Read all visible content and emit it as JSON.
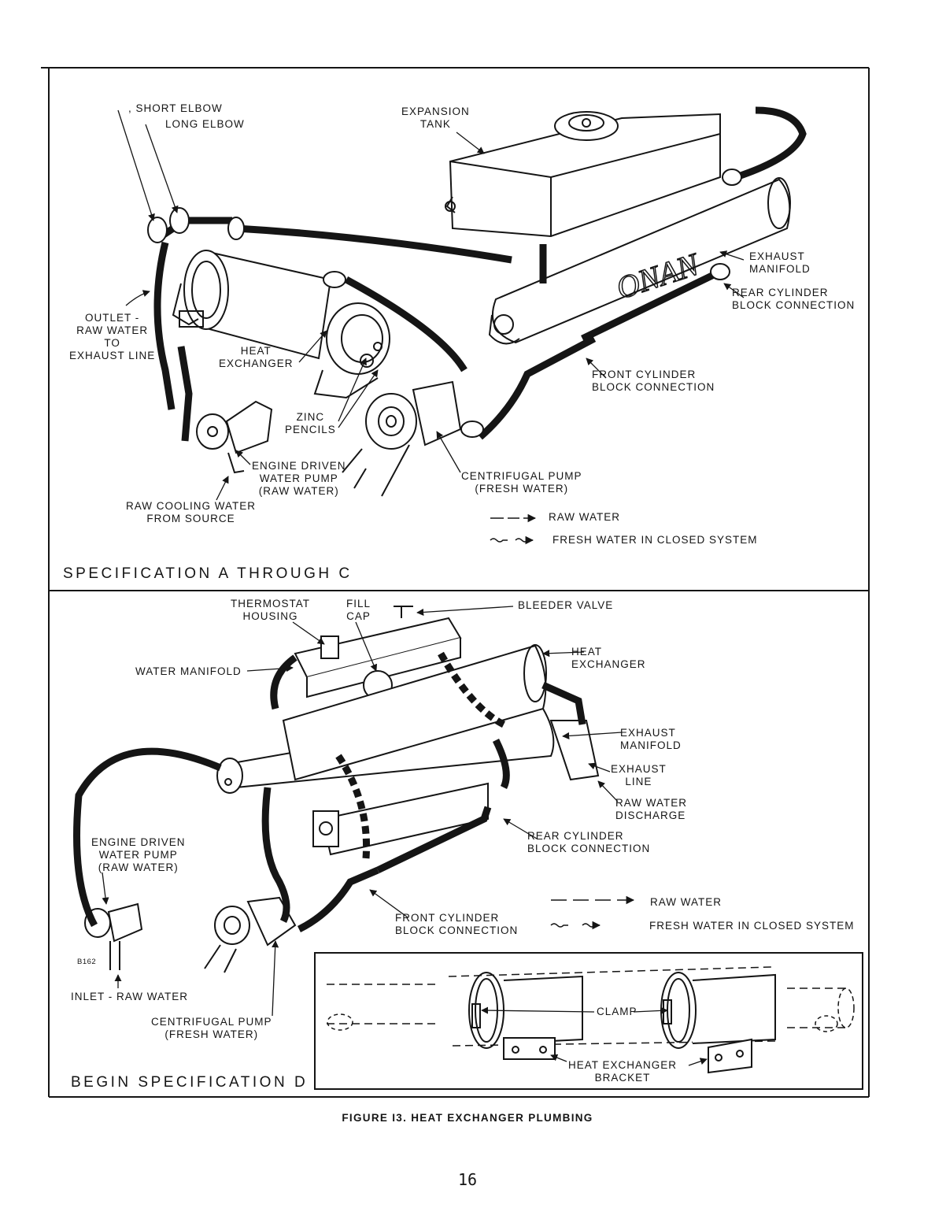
{
  "specs": {
    "upper_title": "SPECIFICATION A THROUGH C",
    "lower_title": "BEGIN SPECIFICATION D"
  },
  "upper_labels": {
    "short_elbow": ", SHORT ELBOW",
    "long_elbow": "LONG ELBOW",
    "expansion_tank": "EXPANSION\nTANK",
    "exhaust_manifold": "EXHAUST\nMANIFOLD",
    "rear_cylinder": "REAR CYLINDER\nBLOCK CONNECTION",
    "outlet": "OUTLET -\nRAW WATER\nTO\nEXHAUST LINE",
    "heat_exchanger": "HEAT\nEXCHANGER",
    "front_cylinder": "FRONT CYLINDER\nBLOCK CONNECTION",
    "zinc_pencils": "ZINC\nPENCILS",
    "engine_pump": "ENGINE DRIVEN\nWATER PUMP\n(RAW WATER)",
    "centrifugal_pump": "CENTRIFUGAL PUMP\n(FRESH WATER)",
    "raw_cooling": "RAW COOLING WATER\nFROM SOURCE",
    "brand": "ONAN"
  },
  "upper_legend": {
    "raw": "RAW WATER",
    "fresh": "FRESH WATER IN CLOSED SYSTEM"
  },
  "lower_labels": {
    "thermostat": "THERMOSTAT\nHOUSING",
    "fill_cap": "FILL\nCAP",
    "bleeder": "BLEEDER VALVE",
    "water_manifold": "WATER MANIFOLD",
    "heat_exchanger": "HEAT\nEXCHANGER",
    "exhaust_manifold": "EXHAUST\nMANIFOLD",
    "exhaust_line": "EXHAUST\nLINE",
    "raw_discharge": "RAW WATER\nDISCHARGE",
    "rear_cylinder": "REAR CYLINDER\nBLOCK CONNECTION",
    "engine_pump": "ENGINE DRIVEN\nWATER PUMP\n(RAW WATER)",
    "front_cylinder": "FRONT CYLINDER\nBLOCK CONNECTION",
    "code": "B162",
    "inlet": "INLET - RAW WATER",
    "centrifugal_pump": "CENTRIFUGAL PUMP\n(FRESH WATER)",
    "clamp": "CLAMP",
    "bracket": "HEAT EXCHANGER\nBRACKET"
  },
  "lower_legend": {
    "raw": "RAW WATER",
    "fresh": "FRESH WATER IN CLOSED SYSTEM"
  },
  "caption": "FIGURE I3. HEAT EXCHANGER PLUMBING",
  "page_number": "16"
}
